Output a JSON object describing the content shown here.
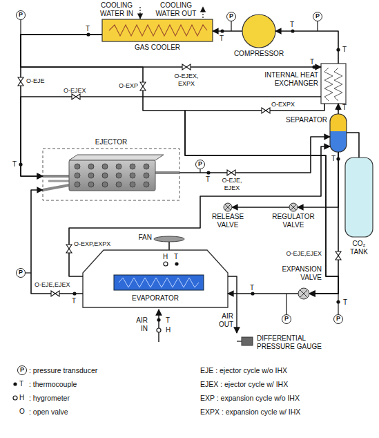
{
  "diagram": {
    "nodes": [
      {
        "text": [
          "GAS COOLER"
        ]
      },
      {
        "text": [
          "COMPRESSOR"
        ]
      },
      {
        "text": [
          "INTERNAL HEAT EXCHANGER"
        ]
      },
      {
        "text": [
          "EJECTOR"
        ]
      },
      {
        "text": [
          "SEPARATOR"
        ]
      },
      {
        "text": [
          "CO₂ TANK"
        ]
      },
      {
        "text": [
          "REGULATOR VALVE"
        ]
      },
      {
        "text": [
          "RELEASE VALVE"
        ]
      },
      {
        "text": [
          "FAN"
        ]
      },
      {
        "text": [
          "EVAPORATOR"
        ]
      },
      {
        "text": [
          "EXPANSION VALVE"
        ]
      },
      {
        "text": [
          "DIFFERENTIAL PRESSURE GAUGE"
        ]
      }
    ],
    "edges": [
      {
        "from": 1,
        "to": 0,
        "arrow": "to"
      },
      {
        "from": 0,
        "to": 3,
        "arrow": "to"
      },
      {
        "from": 0,
        "to": 2,
        "arrow": "to"
      },
      {
        "from": 0,
        "to": 10,
        "arrow": "to"
      },
      {
        "from": 2,
        "to": 3,
        "arrow": "to"
      },
      {
        "from": 2,
        "to": 10,
        "arrow": "to"
      },
      {
        "from": 2,
        "to": 1,
        "arrow": "to"
      },
      {
        "from": 4,
        "to": 2,
        "arrow": "to"
      },
      {
        "from": 3,
        "to": 4,
        "arrow": "to"
      },
      {
        "from": 4,
        "to": 10,
        "arrow": "to"
      },
      {
        "from": 4,
        "to": 6,
        "arrow": "to"
      },
      {
        "from": 6,
        "to": 7,
        "arrow": "to"
      },
      {
        "from": 5,
        "to": 4,
        "arrow": "none"
      },
      {
        "from": 10,
        "to": 9,
        "arrow": "to"
      },
      {
        "from": 9,
        "to": 3,
        "arrow": "to"
      },
      {
        "from": 9,
        "to": 4,
        "arrow": "to"
      }
    ],
    "labels": [
      "COOLING WATER IN",
      "COOLING WATER OUT",
      "P",
      "P",
      "P",
      "T",
      "T",
      "T",
      "T",
      "T",
      "O-EJE",
      "O-EJEX, EXPX",
      "O-EXP",
      "O-EJEX",
      "O-EXPX",
      "T",
      "T",
      "P",
      "T",
      "O-EJE, EJEX",
      "T",
      "O-EXP,EXPX",
      "H",
      "T",
      "P",
      "O-EJE,EJEX",
      "T",
      "O-EJE,EJEX",
      "T",
      "T",
      "P",
      "P",
      "AIR IN",
      "T",
      "H",
      "AIR OUT",
      "P",
      "T",
      "H",
      "O",
      "EJE : ejector cycle w/o IHX",
      "EJEX : ejector cycle w/ IHX",
      "EXP : expansion cycle w/o IHX",
      "EXPX : expansion cycle w/ IHX"
    ],
    "legend": [
      {
        "text": ": pressure transducer"
      },
      {
        "text": ": thermocouple"
      },
      {
        "text": ": hygrometer"
      },
      {
        "text": ": open valve"
      }
    ]
  }
}
